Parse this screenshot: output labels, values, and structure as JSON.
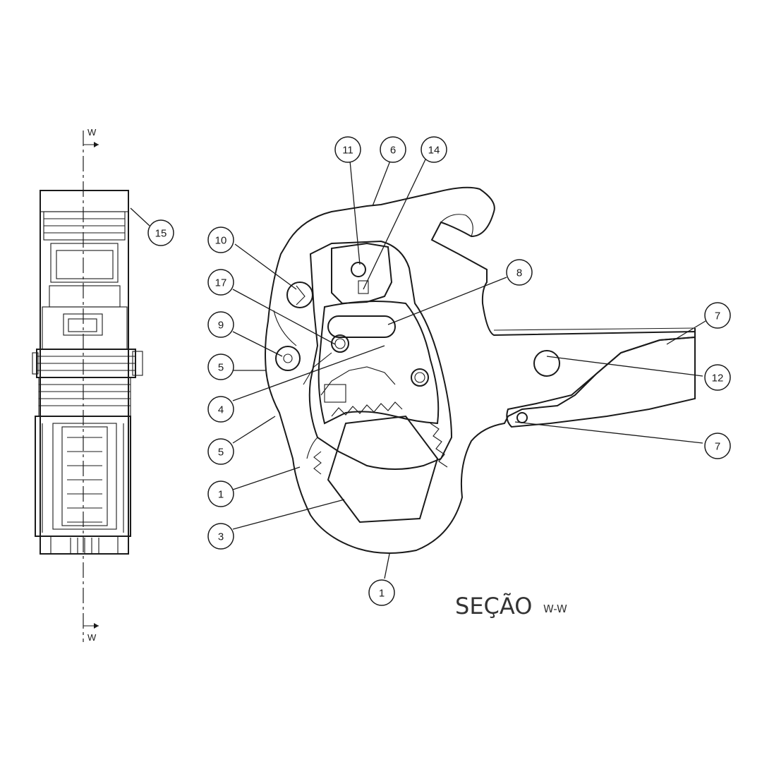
{
  "section_mark": {
    "top": "W",
    "bottom": "W"
  },
  "caption": {
    "title": "SEÇÃO",
    "view": "W-W"
  },
  "balloons": {
    "b15": "15",
    "b11": "11",
    "b6": "6",
    "b14": "14",
    "b10": "10",
    "b8": "8",
    "b17": "17",
    "b7a": "7",
    "b9": "9",
    "b5a": "5",
    "b12": "12",
    "b4": "4",
    "b7b": "7",
    "b5b": "5",
    "b1a": "1",
    "b3": "3",
    "b1b": "1"
  }
}
